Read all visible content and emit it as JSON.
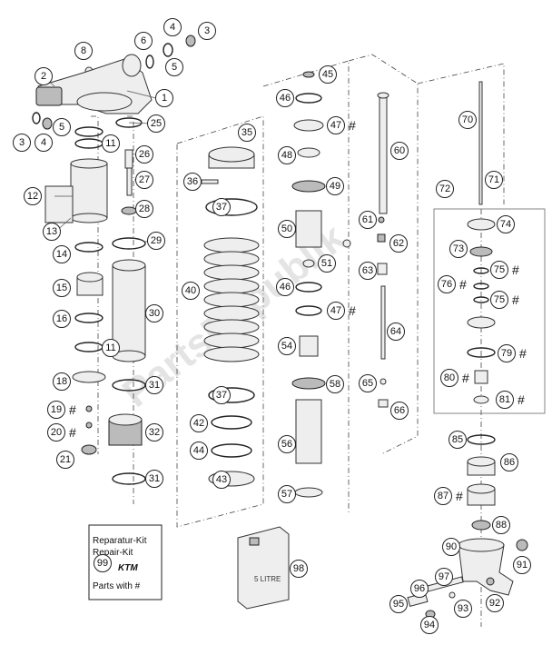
{
  "watermark": "PartsRepublik",
  "kit_box": {
    "line1": "Reparatur-Kit",
    "line2": "Repair-Kit",
    "logo": "KTM",
    "line3": "Parts with #"
  },
  "oil_can": {
    "label": "5 LITRE"
  },
  "callouts": [
    "1",
    "2",
    "3",
    "3",
    "4",
    "4",
    "5",
    "5",
    "6",
    "8",
    "11",
    "11",
    "12",
    "13",
    "14",
    "15",
    "16",
    "18",
    "19",
    "20",
    "21",
    "25",
    "26",
    "27",
    "28",
    "29",
    "30",
    "31",
    "31",
    "32",
    "35",
    "36",
    "37",
    "37",
    "40",
    "42",
    "43",
    "44",
    "45",
    "46",
    "46",
    "47",
    "47",
    "48",
    "49",
    "50",
    "51",
    "54",
    "56",
    "57",
    "58",
    "60",
    "61",
    "62",
    "63",
    "64",
    "65",
    "66",
    "70",
    "71",
    "72",
    "73",
    "74",
    "75",
    "75",
    "76",
    "79",
    "80",
    "81",
    "85",
    "86",
    "87",
    "88",
    "90",
    "91",
    "92",
    "93",
    "94",
    "95",
    "96",
    "97",
    "98",
    "99"
  ],
  "hash_mark": "#"
}
